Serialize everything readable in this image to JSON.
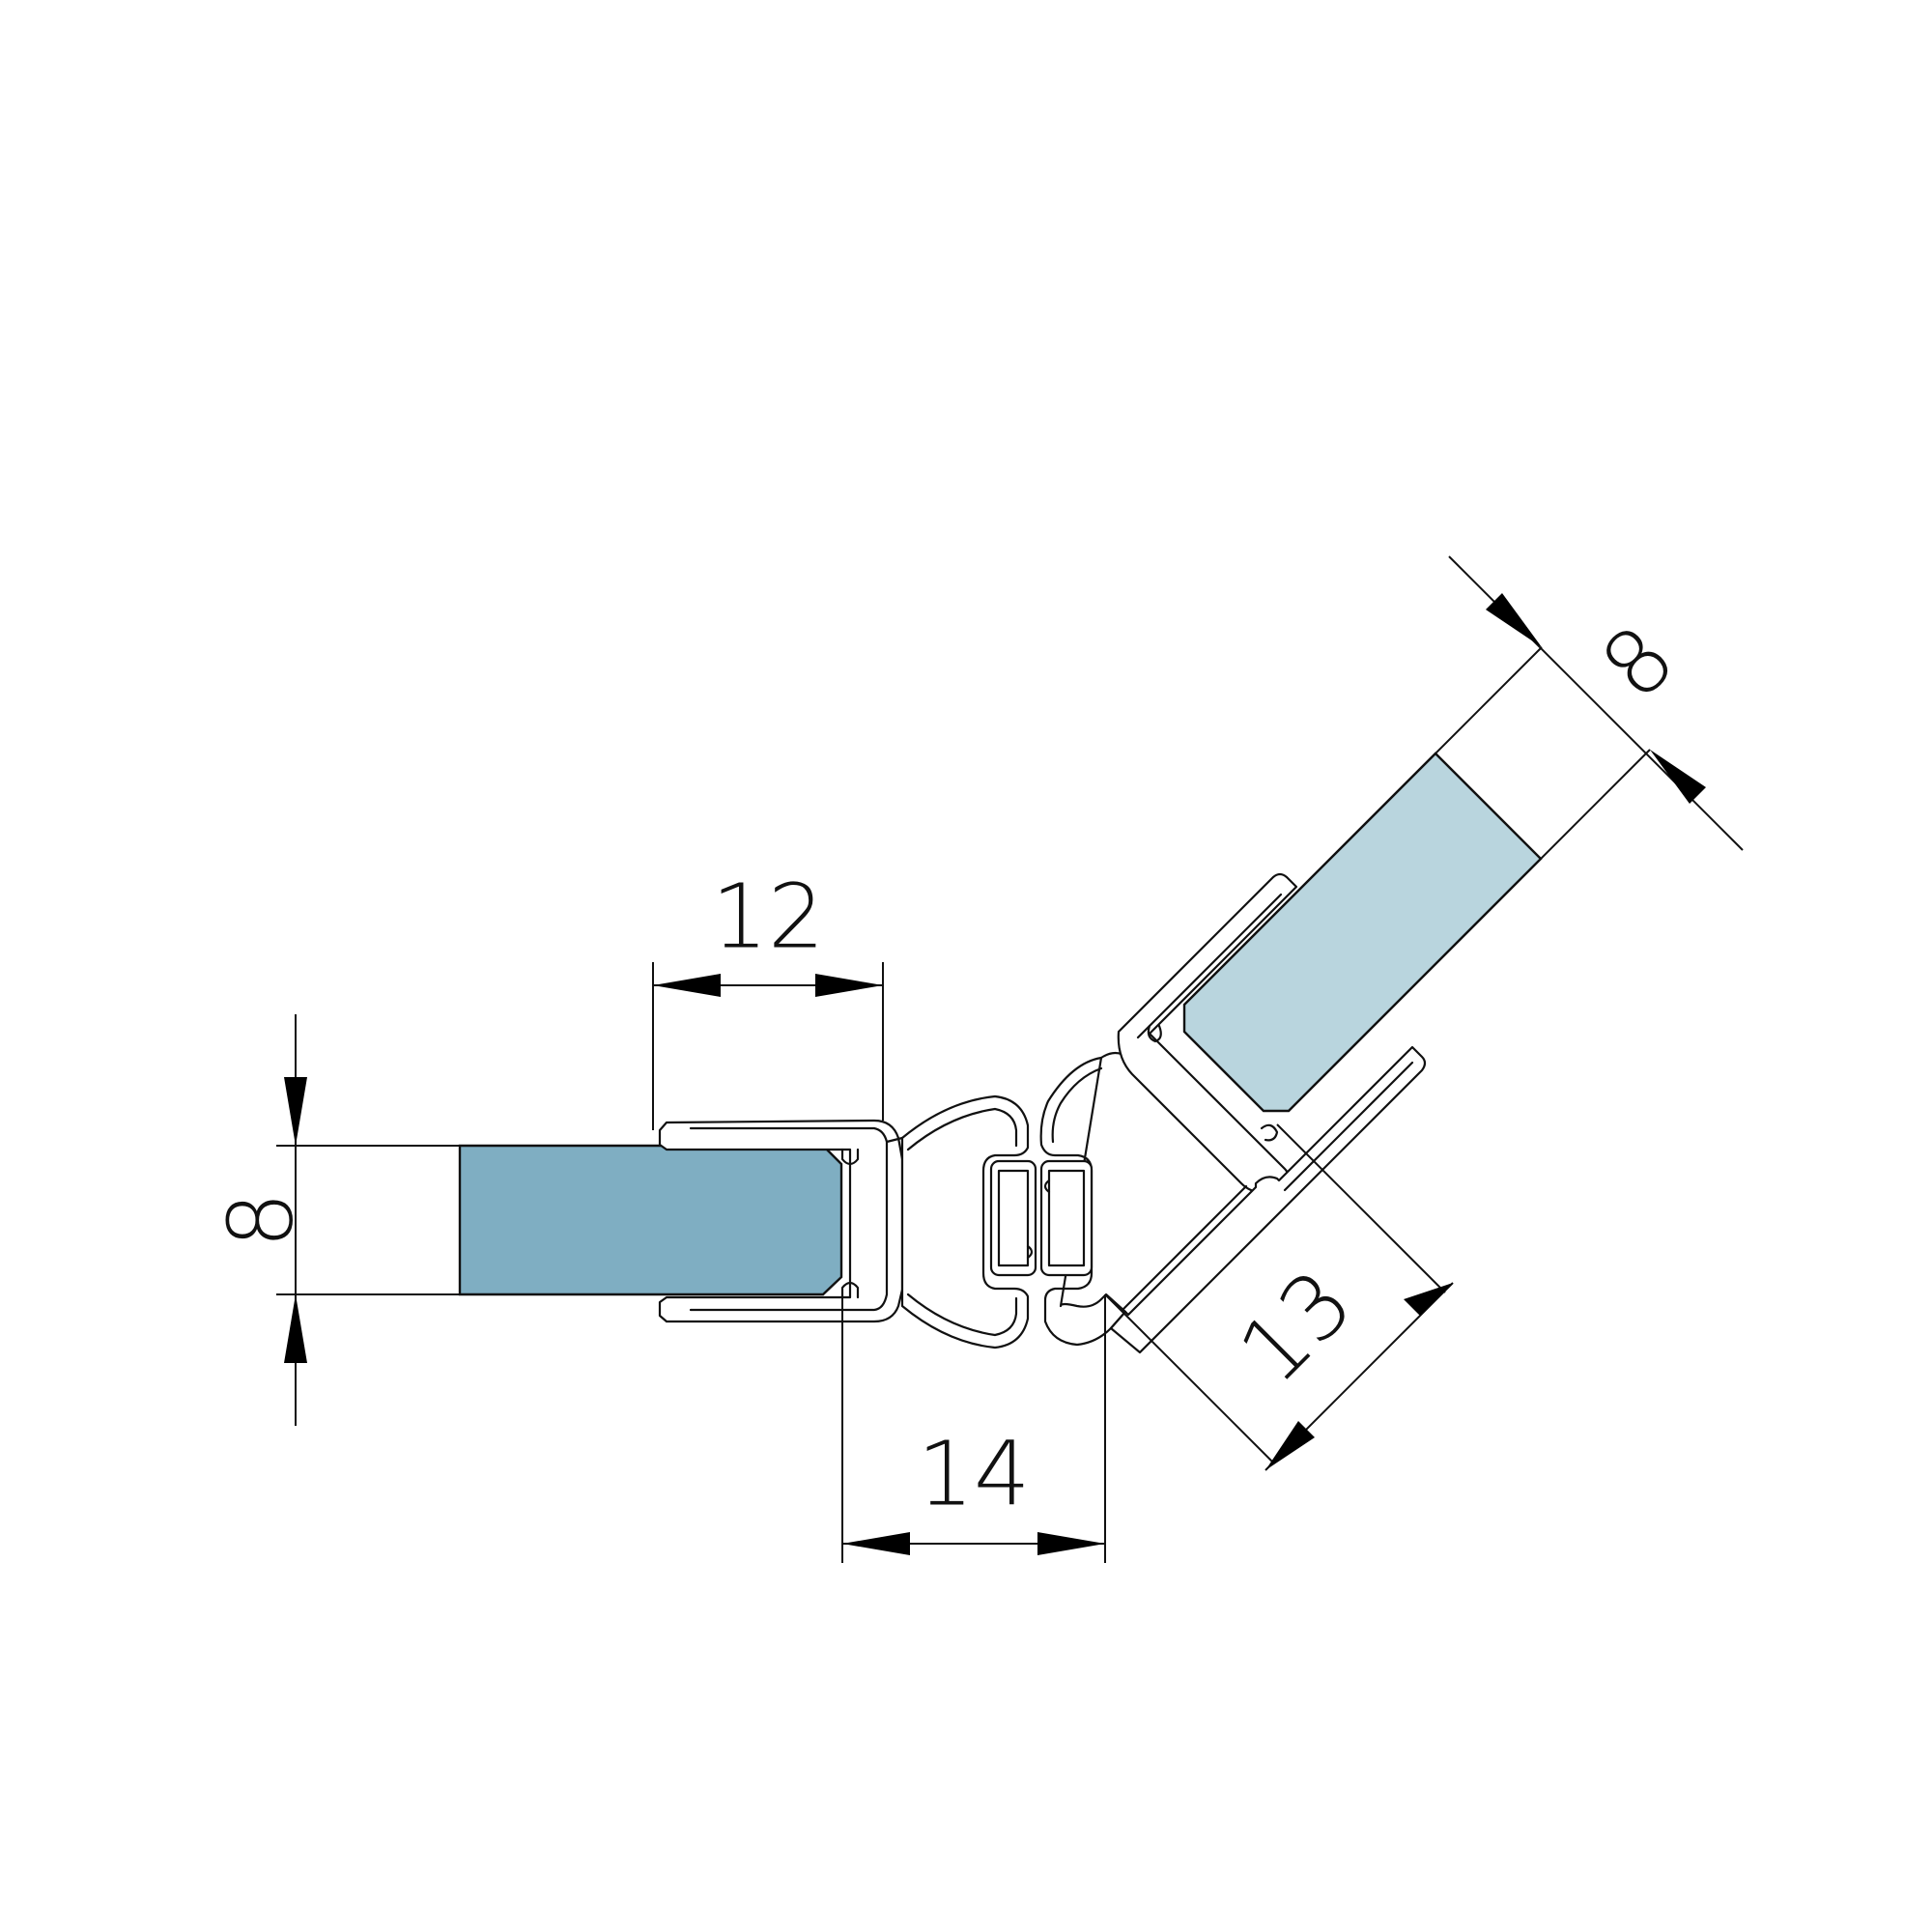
{
  "colors": {
    "glass_left": "#7faec2",
    "glass_right": "#b9d5de",
    "line": "#111111"
  },
  "dimensions": {
    "glass_thickness_left": "8",
    "glass_thickness_right": "8",
    "insertion_depth": "12",
    "profile_width_left": "14",
    "profile_width_right": "13"
  }
}
